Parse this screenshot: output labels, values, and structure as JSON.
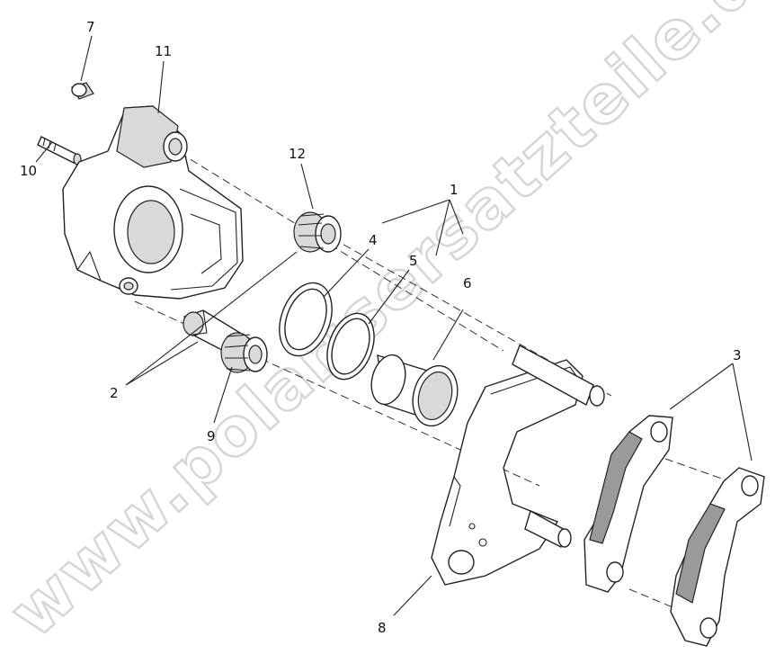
{
  "watermark": "www.polarisersatzteile.de",
  "labels": {
    "n1": "1",
    "n2": "2",
    "n3": "3",
    "n4": "4",
    "n5": "5",
    "n6": "6",
    "n7": "7",
    "n8": "8",
    "n9": "9",
    "n10": "10",
    "n11": "11",
    "n12": "12"
  }
}
